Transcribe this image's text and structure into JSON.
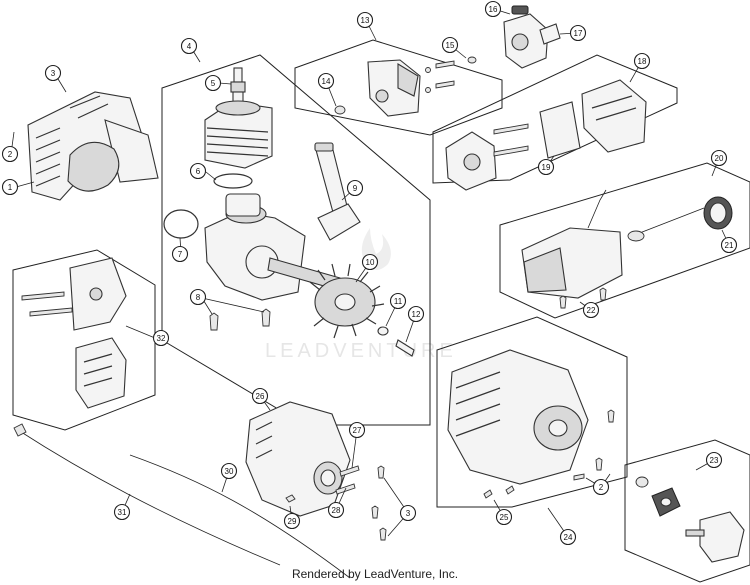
{
  "diagram": {
    "callouts": [
      {
        "id": "c1",
        "label": "1"
      },
      {
        "id": "c2a",
        "label": "2"
      },
      {
        "id": "c3a",
        "label": "3"
      },
      {
        "id": "c4",
        "label": "4"
      },
      {
        "id": "c5",
        "label": "5"
      },
      {
        "id": "c6",
        "label": "6"
      },
      {
        "id": "c7",
        "label": "7"
      },
      {
        "id": "c8",
        "label": "8"
      },
      {
        "id": "c9",
        "label": "9"
      },
      {
        "id": "c10",
        "label": "10"
      },
      {
        "id": "c11",
        "label": "11"
      },
      {
        "id": "c12",
        "label": "12"
      },
      {
        "id": "c13",
        "label": "13"
      },
      {
        "id": "c14",
        "label": "14"
      },
      {
        "id": "c15",
        "label": "15"
      },
      {
        "id": "c16",
        "label": "16"
      },
      {
        "id": "c17",
        "label": "17"
      },
      {
        "id": "c18",
        "label": "18"
      },
      {
        "id": "c19",
        "label": "19"
      },
      {
        "id": "c20",
        "label": "20"
      },
      {
        "id": "c21",
        "label": "21"
      },
      {
        "id": "c22",
        "label": "22"
      },
      {
        "id": "c23",
        "label": "23"
      },
      {
        "id": "c24",
        "label": "24"
      },
      {
        "id": "c25",
        "label": "25"
      },
      {
        "id": "c2b",
        "label": "2"
      },
      {
        "id": "c26",
        "label": "26"
      },
      {
        "id": "c27",
        "label": "27"
      },
      {
        "id": "c28",
        "label": "28"
      },
      {
        "id": "c29",
        "label": "29"
      },
      {
        "id": "c3b",
        "label": "3"
      },
      {
        "id": "c30",
        "label": "30"
      },
      {
        "id": "c31",
        "label": "31"
      },
      {
        "id": "c32",
        "label": "32"
      }
    ],
    "watermark": "LEADVENTURE",
    "footer": "Rendered by LeadVenture, Inc."
  }
}
